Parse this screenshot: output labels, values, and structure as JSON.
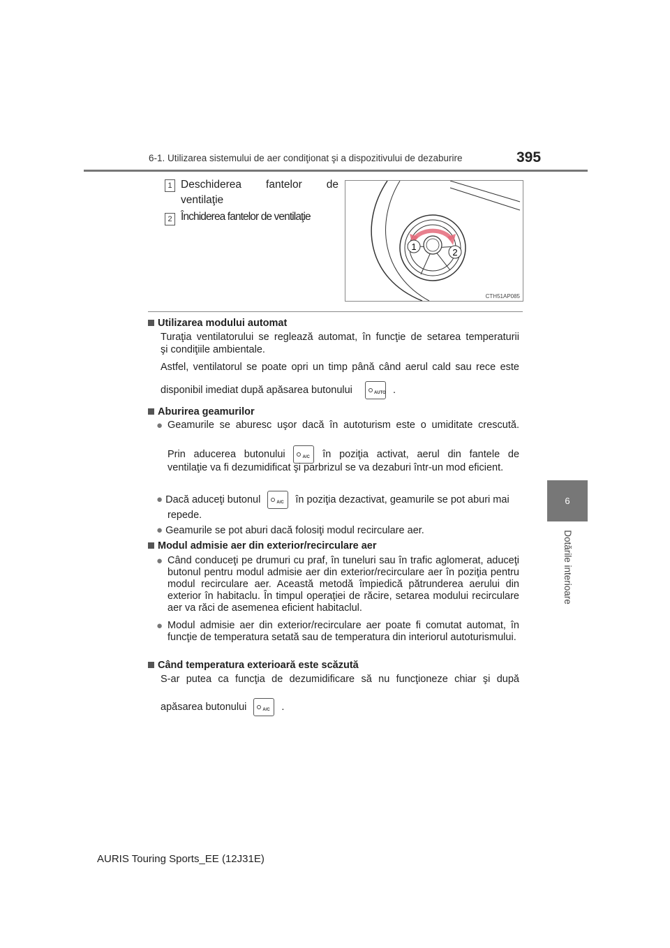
{
  "header": {
    "title": "6-1. Utilizarea sistemului de aer condiţionat şi a dispozitivului de dezaburire",
    "page_number": "395"
  },
  "side_tab": {
    "number": "6",
    "label": "Dotările interioare"
  },
  "legend": [
    {
      "num": "1",
      "line1": "Deschiderea fantelor de",
      "line2": "ventilaţie"
    },
    {
      "num": "2",
      "line1": "Închiderea fantelor de ventilaţie"
    }
  ],
  "figure": {
    "caption": "CTH51AP085",
    "callout1": "1",
    "callout2": "2"
  },
  "buttons": {
    "auto_label": "AUTO",
    "ac_label": "A/C"
  },
  "sections": {
    "auto": {
      "heading": "Utilizarea modului automat",
      "p1_line1": "Turaţia ventilatorului se reglează automat, în funcţie de setarea temperaturii",
      "p1_line2": "şi condiţiile ambientale.",
      "p2_line1": "Astfel, ventilatorul se poate opri un timp până când aerul cald sau rece este",
      "p2_line2_pre": "disponibil imediat după apăsarea butonului",
      "p2_line2_post": "."
    },
    "fog": {
      "heading": "Aburirea geamurilor",
      "b1_line1": "Geamurile se aburesc uşor dacă în autoturism este o umiditate crescută.",
      "b1_line2_pre": "Prin aducerea butonului",
      "b1_line2_post": "în poziţia activat, aerul din fantele de",
      "b1_line3": "ventilaţie va fi dezumidificat şi parbrizul se va dezaburi într-un mod eficient.",
      "b2_line1_pre": "Dacă aduceţi butonul",
      "b2_line1_post": "în poziţia dezactivat, geamurile se pot aburi mai",
      "b2_line2": "repede.",
      "b3": "Geamurile se pot aburi dacă folosiţi modul recirculare aer."
    },
    "intake": {
      "heading": "Modul admisie aer din exterior/recirculare aer",
      "b1": "Când conduceţi pe drumuri cu praf, în tuneluri sau în trafic aglomerat, aduceţi butonul pentru modul admisie aer din exterior/recirculare aer în poziţia pentru modul recirculare aer. Această metodă împiedică pătrunderea aerului din exterior în habitaclu. În timpul operaţiei de răcire, setarea modului recirculare aer va răci de asemenea eficient habitaclul.",
      "b2": "Modul admisie aer din exterior/recirculare aer poate fi comutat automat, în funcţie de temperatura setată sau de temperatura din interiorul autoturismului."
    },
    "cold": {
      "heading": "Când temperatura exterioară este scăzută",
      "line1": "S-ar putea ca funcţia de dezumidificare să nu funcţioneze chiar şi după",
      "line2_pre": "apăsarea butonului",
      "line2_post": "."
    }
  },
  "footer": "AURIS Touring Sports_EE (12J31E)"
}
